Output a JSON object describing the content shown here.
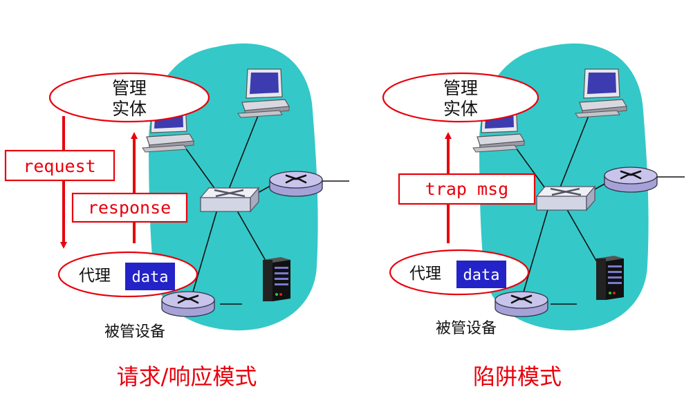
{
  "colors": {
    "cloud": "#35c8c8",
    "red": "#e8000b",
    "agent_data_bg": "#2323c8",
    "switch_face": "#d2d6e4",
    "router_face": "#c8c4ec"
  },
  "left": {
    "manager_line1": "管理",
    "manager_line2": "实体",
    "request_label": "request",
    "response_label": "response",
    "agent_label": "代理",
    "data_label": "data",
    "device_label": "被管设备",
    "caption": "请求/响应模式"
  },
  "right": {
    "manager_line1": "管理",
    "manager_line2": "实体",
    "trap_label": "trap msg",
    "agent_label": "代理",
    "data_label": "data",
    "device_label": "被管设备",
    "caption": "陷阱模式"
  },
  "icons": {
    "computer": "desktop-computer-icon",
    "switch": "switch-icon",
    "router": "router-icon",
    "server": "server-icon"
  }
}
